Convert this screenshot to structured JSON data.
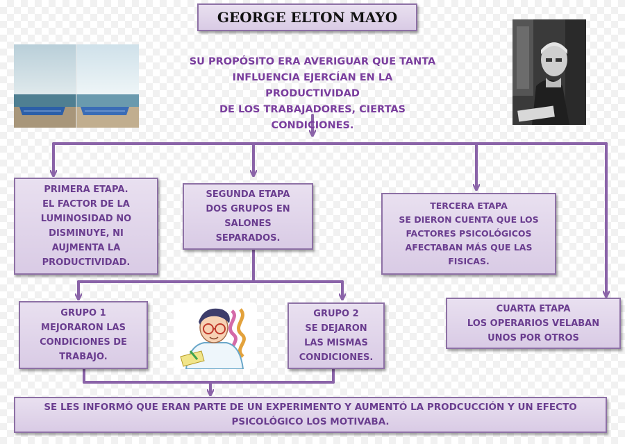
{
  "title": "GEORGE ELTON MAYO",
  "purpose": {
    "lines": [
      "SU PROPÓSITO ERA AVERIGUAR QUE TANTA",
      "INFLUENCIA EJERCÍAN  EN LA PRODUCTIVIDAD",
      "DE LOS TRABAJADORES, CIERTAS",
      "CONDICIONES."
    ]
  },
  "stages": {
    "primera": {
      "heading": "PRIMERA ETAPA.",
      "lines": [
        "EL FACTOR DE LA",
        "LUMINOSIDAD NO",
        "DISMINUYE, NI",
        "AUJMENTA LA",
        "PRODUCTIVIDAD."
      ]
    },
    "segunda": {
      "heading": "SEGUNDA ETAPA",
      "lines": [
        "DOS GRUPOS EN",
        "SALONES",
        "SEPARADOS."
      ]
    },
    "tercera": {
      "heading": "TERCERA ETAPA",
      "lines": [
        "SE DIERON CUENTA QUE LOS",
        "FACTORES  PSICOLÓGICOS",
        "AFECTABAN MÁS QUE LAS",
        "FISICAS."
      ]
    },
    "cuarta": {
      "heading": "CUARTA ETAPA",
      "lines": [
        "LOS OPERARIOS VELABAN",
        "UNOS POR OTROS"
      ]
    }
  },
  "groups": {
    "grupo1": {
      "heading": "GRUPO 1",
      "lines": [
        "MEJORARON LAS",
        "CONDICIONES DE",
        "TRABAJO."
      ]
    },
    "grupo2": {
      "heading": "GRUPO 2",
      "lines": [
        "SE DEJARON",
        "LAS MISMAS",
        "CONDICIONES."
      ]
    }
  },
  "conclusion": {
    "lines": [
      "SE LES INFORMÓ QUE ERAN PARTE DE UN EXPERIMENTO Y AUMENTÓ LA PRODCUCCIÓN Y UN EFECTO",
      "PSICOLÓGICO LOS MOTIVABA."
    ]
  },
  "colors": {
    "box_fill": "#ddd0e8",
    "box_border": "#8d70a5",
    "text": "#6a3d8f",
    "connector": "#8a63a8"
  }
}
